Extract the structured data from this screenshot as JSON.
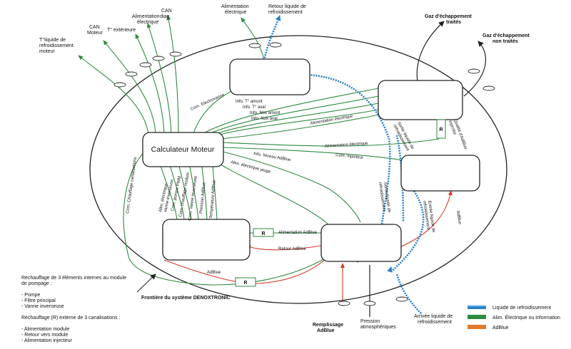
{
  "system": {
    "frontier_label": "Frontière du système DENOXTRONIC",
    "ecu_label": "Calculateur Moteur"
  },
  "external": {
    "coolant_temp": [
      "T°liquide de",
      "refroidissement",
      "moteur"
    ],
    "can_moteur": [
      "CAN",
      "Moteur"
    ],
    "ext_temp": "T° extérieure",
    "power_elec": [
      "Alimentation",
      "électrique"
    ],
    "can_diag": [
      "CAN",
      "diag"
    ],
    "power_elec_top": [
      "Alimentation",
      "électrique"
    ],
    "coolant_return": [
      "Retour liquide de",
      "refroidissement"
    ],
    "exhaust_treated": [
      "Gaz d'échappement",
      "traités"
    ],
    "exhaust_untreated": [
      "Gaz d'échappement",
      "non traités"
    ],
    "adblue_fill": [
      "Remplissage",
      "AdBlue"
    ],
    "atm_pressure": [
      "Pression",
      "atmosphériques"
    ],
    "coolant_inlet": [
      "Arrivée liquide de",
      "refroidissement"
    ]
  },
  "links": {
    "com_electrovanne": "Com. Electrovanne",
    "info_t_amont": "Info. T° amont",
    "info_t_aval": "Info. T° aval",
    "info_nox_amont": "Info. Nox amont",
    "info_nox_aval": "Info. Nox aval",
    "alim_elec_1": "Alimentation électrique",
    "alim_elec_2": "Alimentation électrique",
    "com_injecteur": "Com. Injecteur",
    "info_niveau": "Info. Niveau AdBlue",
    "alim_jauge": "Alim. électrique jauge",
    "com_chauffage": "Com. Chauffage canalisations",
    "alim_inverseuse": [
      "Alim. électrique",
      "vanne inverseuse"
    ],
    "com_pompe": "Com. pompe PWM",
    "com_chauffage_module": "Com. chauffage module",
    "com_vanne": "Com. Vanne inverseuse",
    "pression_adblue": "Pression AdBlue",
    "temperature_adblue": "Température AdBlue",
    "alim_adblue": "Alimentation AdBlue",
    "retour_adblue": "Retour AdBlue",
    "adblue_h": "AdBlue",
    "adblue_v": "AdBlue",
    "sortie_liquide_1": [
      "Sortie liquide de",
      "refroidissement"
    ],
    "sortie_liquide_2": [
      "Sortie liquide de",
      "refroidissement"
    ],
    "entree_liquide": [
      "Entrée liquide de",
      "refroidissement"
    ],
    "qualite_adblue": [
      "Qualité d'AdBlue",
      "injectée"
    ],
    "r_label": "R"
  },
  "notes": {
    "heating_title": [
      "Réchauffage de 3 éléments internes au module",
      "de pompage :"
    ],
    "heating_items": [
      "- Pompe",
      "- Filtre principal",
      "- Vanne inverseuse"
    ],
    "external_title": "Réchauffage (R) externe de 3 canalisations :",
    "external_items": [
      "- Alimentation module",
      "- Retour vers module",
      "- Alimentation injecteur"
    ]
  },
  "legend": {
    "coolant": "Liquide de refroidissement",
    "elec": "Alim. Électrique ou information",
    "adblue": "AdBlue",
    "colors": {
      "coolant": "#2a83c8",
      "elec": "#2e8b3e",
      "adblue": "#e07b2c"
    }
  }
}
